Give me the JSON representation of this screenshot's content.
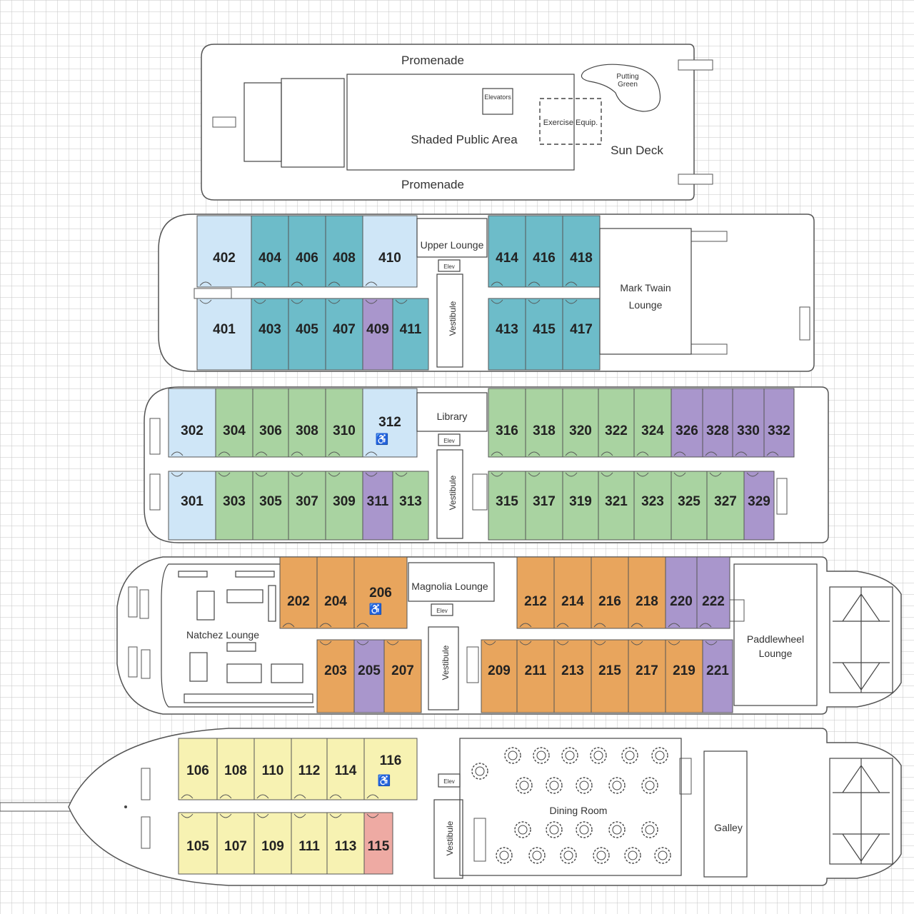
{
  "colors": {
    "light_blue": "#cfe6f7",
    "teal": "#6dbcc9",
    "green": "#a9d3a1",
    "purple": "#a996cc",
    "orange": "#e8a55d",
    "yellow": "#f7f2b2",
    "pink": "#eeaaa3",
    "grid": "#c6c6c6",
    "line": "#555555"
  },
  "sun_deck": {
    "promenade_top": "Promenade",
    "promenade_bottom": "Promenade",
    "shaded_area": "Shaded Public Area",
    "elevators": "Elevators",
    "exercise": "Exercise Equip.",
    "putting_green": [
      "Putting",
      "Green"
    ],
    "sun_deck_label": "Sun Deck"
  },
  "deck4": {
    "upper_lounge": "Upper Lounge",
    "elev": "Elev",
    "vestibule": "Vestibule",
    "mark_twain": [
      "Mark Twain",
      "Lounge"
    ],
    "top_cabins": [
      {
        "num": "402",
        "color": "light_blue"
      },
      {
        "num": "404",
        "color": "teal"
      },
      {
        "num": "406",
        "color": "teal"
      },
      {
        "num": "408",
        "color": "teal"
      },
      {
        "num": "410",
        "color": "light_blue"
      },
      {
        "num": "414",
        "color": "teal"
      },
      {
        "num": "416",
        "color": "teal"
      },
      {
        "num": "418",
        "color": "teal"
      }
    ],
    "bottom_cabins": [
      {
        "num": "401",
        "color": "light_blue"
      },
      {
        "num": "403",
        "color": "teal"
      },
      {
        "num": "405",
        "color": "teal"
      },
      {
        "num": "407",
        "color": "teal"
      },
      {
        "num": "409",
        "color": "purple"
      },
      {
        "num": "411",
        "color": "teal"
      },
      {
        "num": "413",
        "color": "teal"
      },
      {
        "num": "415",
        "color": "teal"
      },
      {
        "num": "417",
        "color": "teal"
      }
    ]
  },
  "deck3": {
    "library": "Library",
    "elev": "Elev",
    "vestibule": "Vestibule",
    "top_cabins": [
      {
        "num": "302",
        "color": "light_blue"
      },
      {
        "num": "304",
        "color": "green"
      },
      {
        "num": "306",
        "color": "green"
      },
      {
        "num": "308",
        "color": "green"
      },
      {
        "num": "310",
        "color": "green"
      },
      {
        "num": "312",
        "color": "light_blue"
      },
      {
        "num": "316",
        "color": "green"
      },
      {
        "num": "318",
        "color": "green"
      },
      {
        "num": "320",
        "color": "green"
      },
      {
        "num": "322",
        "color": "green"
      },
      {
        "num": "324",
        "color": "green"
      },
      {
        "num": "326",
        "color": "purple"
      },
      {
        "num": "328",
        "color": "purple"
      },
      {
        "num": "330",
        "color": "purple"
      },
      {
        "num": "332",
        "color": "purple"
      }
    ],
    "bottom_cabins": [
      {
        "num": "301",
        "color": "light_blue"
      },
      {
        "num": "303",
        "color": "green"
      },
      {
        "num": "305",
        "color": "green"
      },
      {
        "num": "307",
        "color": "green"
      },
      {
        "num": "309",
        "color": "green"
      },
      {
        "num": "311",
        "color": "purple"
      },
      {
        "num": "313",
        "color": "green"
      },
      {
        "num": "315",
        "color": "green"
      },
      {
        "num": "317",
        "color": "green"
      },
      {
        "num": "319",
        "color": "green"
      },
      {
        "num": "321",
        "color": "green"
      },
      {
        "num": "323",
        "color": "green"
      },
      {
        "num": "325",
        "color": "green"
      },
      {
        "num": "327",
        "color": "green"
      },
      {
        "num": "329",
        "color": "purple"
      }
    ]
  },
  "deck2": {
    "magnolia": "Magnolia Lounge",
    "elev": "Elev",
    "vestibule": "Vestibule",
    "natchez": "Natchez Lounge",
    "paddlewheel": [
      "Paddlewheel",
      "Lounge"
    ],
    "top_cabins": [
      {
        "num": "202",
        "color": "orange"
      },
      {
        "num": "204",
        "color": "orange"
      },
      {
        "num": "206",
        "color": "orange"
      },
      {
        "num": "212",
        "color": "orange"
      },
      {
        "num": "214",
        "color": "orange"
      },
      {
        "num": "216",
        "color": "orange"
      },
      {
        "num": "218",
        "color": "orange"
      },
      {
        "num": "220",
        "color": "purple"
      },
      {
        "num": "222",
        "color": "purple"
      }
    ],
    "bottom_cabins": [
      {
        "num": "203",
        "color": "orange"
      },
      {
        "num": "205",
        "color": "purple"
      },
      {
        "num": "207",
        "color": "orange"
      },
      {
        "num": "209",
        "color": "orange"
      },
      {
        "num": "211",
        "color": "orange"
      },
      {
        "num": "213",
        "color": "orange"
      },
      {
        "num": "215",
        "color": "orange"
      },
      {
        "num": "217",
        "color": "orange"
      },
      {
        "num": "219",
        "color": "orange"
      },
      {
        "num": "221",
        "color": "purple"
      }
    ]
  },
  "deck1": {
    "elev": "Elev",
    "vestibule": "Vestibule",
    "dining": "Dining Room",
    "galley": "Galley",
    "top_cabins": [
      {
        "num": "106",
        "color": "yellow"
      },
      {
        "num": "108",
        "color": "yellow"
      },
      {
        "num": "110",
        "color": "yellow"
      },
      {
        "num": "112",
        "color": "yellow"
      },
      {
        "num": "114",
        "color": "yellow"
      },
      {
        "num": "116",
        "color": "yellow"
      }
    ],
    "bottom_cabins": [
      {
        "num": "105",
        "color": "yellow"
      },
      {
        "num": "107",
        "color": "yellow"
      },
      {
        "num": "109",
        "color": "yellow"
      },
      {
        "num": "111",
        "color": "yellow"
      },
      {
        "num": "113",
        "color": "yellow"
      },
      {
        "num": "115",
        "color": "pink"
      }
    ]
  }
}
